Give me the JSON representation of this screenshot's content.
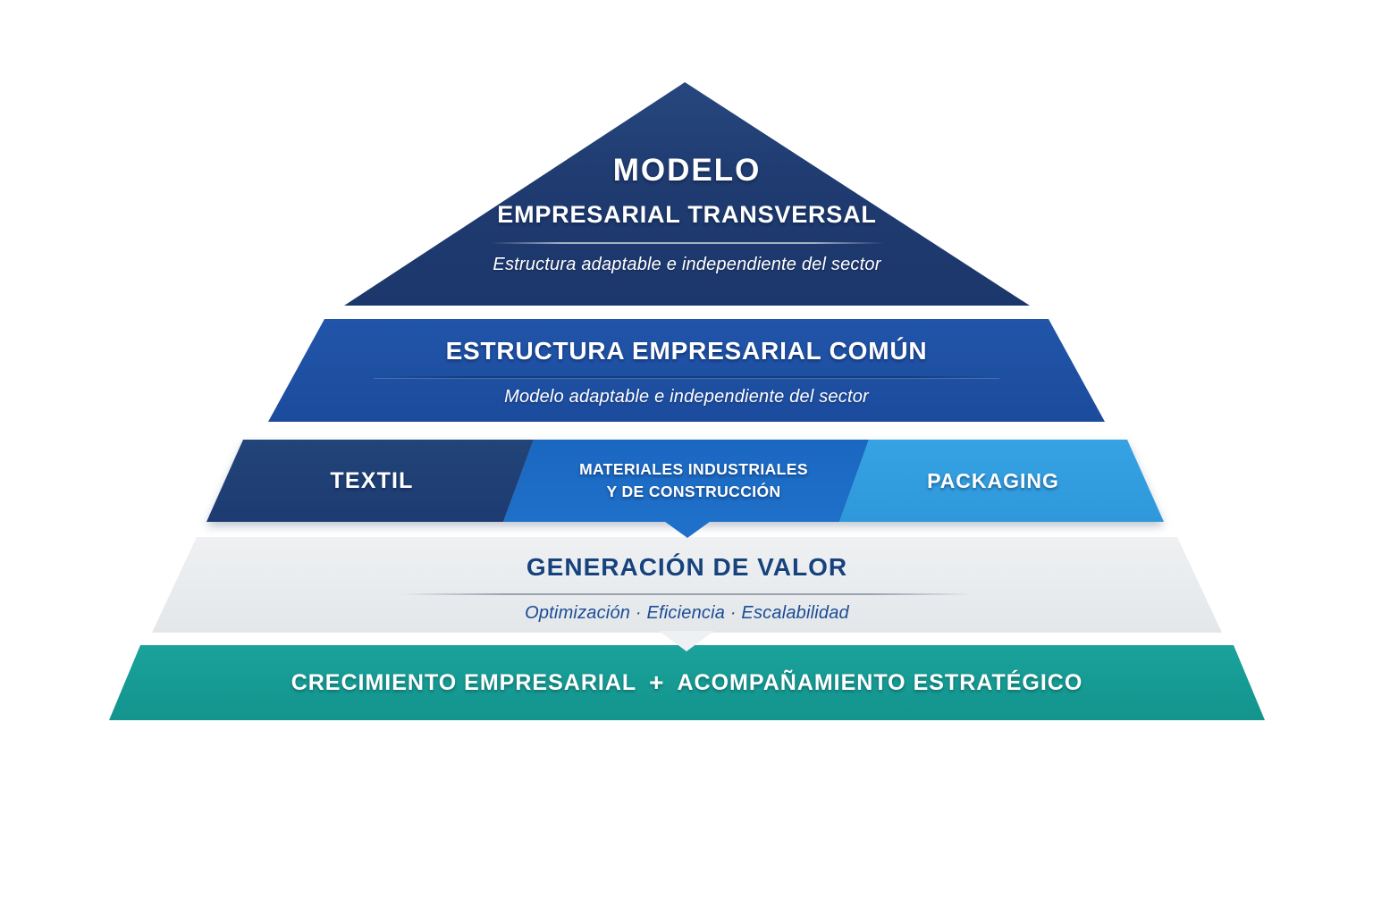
{
  "diagram": {
    "name": "Pirámide modelo empresarial",
    "background_color": "#ffffff",
    "levels": {
      "top": {
        "title_line1": "MODELO",
        "title_line2": "EMPRESARIAL TRANSVERSAL",
        "subtitle": "Estructura adaptable e independiente del sector",
        "color": "#1f3b70",
        "text_color": "#ffffff"
      },
      "estructura": {
        "title": "ESTRUCTURA EMPRESARIAL COMÚN",
        "subtitle": "Modelo adaptable e independiente del sector",
        "color": "#1d4fa1",
        "text_color": "#ffffff"
      },
      "sectores": {
        "textil": {
          "label": "TEXTIL",
          "color": "#1e3d74"
        },
        "materiales": {
          "label_line1": "MATERIALES INDUSTRIALES",
          "label_line2": "Y DE CONSTRUCCIÓN",
          "color": "#1c6cc5"
        },
        "packaging": {
          "label": "PACKAGING",
          "color": "#33a0e1"
        }
      },
      "valor": {
        "title": "GENERACIÓN DE VALOR",
        "subtitle": "Optimización · Eficiencia · Escalabilidad",
        "color": "#e9ebee",
        "text_color": "#16427e"
      },
      "crecimiento": {
        "title_left": "CRECIMIENTO EMPRESARIAL",
        "plus": "+",
        "title_right": "ACOMPAÑAMIENTO ESTRATÉGICO",
        "color": "#17a099",
        "text_color": "#ffffff"
      }
    }
  }
}
